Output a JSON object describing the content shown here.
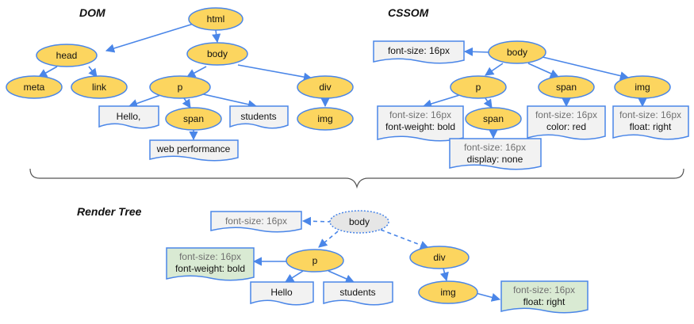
{
  "titles": {
    "dom": "DOM",
    "cssom": "CSSOM",
    "render": "Render Tree"
  },
  "dom": {
    "html": "html",
    "head": "head",
    "body": "body",
    "meta": "meta",
    "link": "link",
    "p": "p",
    "div": "div",
    "hello": "Hello,",
    "span": "span",
    "students": "students",
    "img": "img",
    "web_performance": "web performance"
  },
  "cssom": {
    "body": "body",
    "body_style": "font-size: 16px",
    "p": "p",
    "span": "span",
    "img": "img",
    "p_style_inherited": "font-size: 16px",
    "p_style_own": "font-weight: bold",
    "span2": "span",
    "span_style_inherited": "font-size: 16px",
    "span_style_own": "color: red",
    "img_style_inherited": "font-size: 16px",
    "img_style_own": "float: right",
    "span2_style_inherited": "font-size: 16px",
    "span2_style_own": "display: none"
  },
  "render": {
    "body": "body",
    "body_style": "font-size: 16px",
    "p": "p",
    "div": "div",
    "p_style_inherited": "font-size: 16px",
    "p_style_own": "font-weight: bold",
    "hello": "Hello",
    "students": "students",
    "img": "img",
    "img_style_inherited": "font-size: 16px",
    "img_style_own": "float: right"
  },
  "colors": {
    "node_fill": "#fcd55f",
    "edge": "#4a86e8",
    "doc_fill": "#f2f2f2",
    "render_doc_fill": "#d9ead3"
  }
}
